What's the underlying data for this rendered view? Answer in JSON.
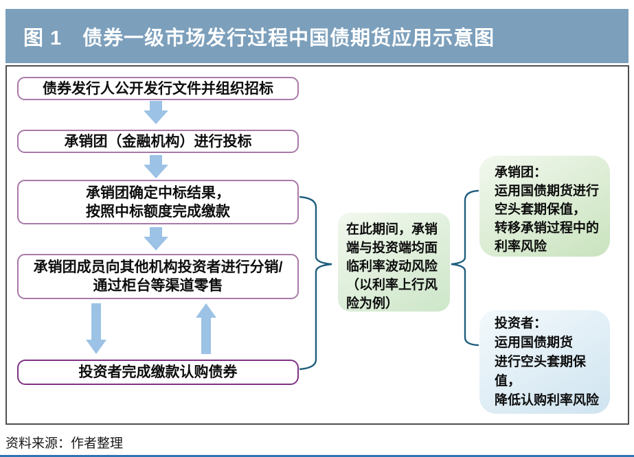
{
  "title": "图 1　债券一级市场发行过程中国债期货应用示意图",
  "caption": "资料来源：作者整理",
  "left_flow": {
    "box1": {
      "line1": "债券发行人公开发行文件并组织招标"
    },
    "box2": {
      "line1": "承销团（金融机构）进行投标"
    },
    "box3": {
      "line1": "承销团确定中标结果，",
      "line2": "按照中标额度完成缴款"
    },
    "box4": {
      "line1": "承销团成员向其他机构投资者进行分销/",
      "line2": "通过柜台等渠道零售"
    },
    "box5": {
      "line1": "投资者完成缴款认购债券"
    }
  },
  "middle_note": {
    "line1": "在此期间，承销",
    "line2": "端与投资端均面",
    "line3": "临利率波动风险",
    "line4": "（以利率上行风",
    "line5": "险为例）"
  },
  "right_notes": {
    "underwriter": {
      "line1": "承销团：",
      "line2": "运用国债期货进行",
      "line3": "空头套期保值，",
      "line4": "转移承销过程中的",
      "line5": "利率风险"
    },
    "investor": {
      "line1": "投资者：",
      "line2": "运用国债期货",
      "line3": "进行空头套期保值，",
      "line4": "降低认购利率风险"
    }
  },
  "colors": {
    "title_bar": "#7C9FBB",
    "arrow_blue": "#9CC2E5",
    "flow_box_border": "#A878A8",
    "final_box_border": "#7E3084",
    "brace": "#1F5D7D",
    "green_note_start": "#f2f8ee",
    "green_note_end": "#cde6c9",
    "blue_note_start": "#f3f9fc",
    "blue_note_end": "#cfe4f0",
    "panel_border": "#4f4f4f",
    "bottom_rule": "#2E74B5"
  }
}
